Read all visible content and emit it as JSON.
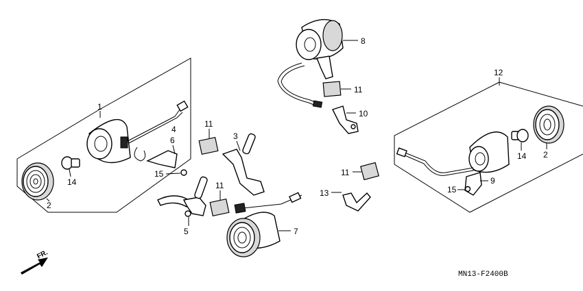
{
  "diagram": {
    "code": "MN13-F2400B",
    "direction_label": "FR.",
    "callouts": [
      {
        "id": "c1",
        "label": "1"
      },
      {
        "id": "c2a",
        "label": "2"
      },
      {
        "id": "c14a",
        "label": "14"
      },
      {
        "id": "c4",
        "label": "4"
      },
      {
        "id": "c6",
        "label": "6"
      },
      {
        "id": "c15a",
        "label": "15"
      },
      {
        "id": "c11a",
        "label": "11"
      },
      {
        "id": "c3",
        "label": "3"
      },
      {
        "id": "c5",
        "label": "5"
      },
      {
        "id": "c11b",
        "label": "11"
      },
      {
        "id": "c7",
        "label": "7"
      },
      {
        "id": "c8",
        "label": "8"
      },
      {
        "id": "c11c",
        "label": "11"
      },
      {
        "id": "c10",
        "label": "10"
      },
      {
        "id": "c11d",
        "label": "11"
      },
      {
        "id": "c13",
        "label": "13"
      },
      {
        "id": "c12",
        "label": "12"
      },
      {
        "id": "c14b",
        "label": "14"
      },
      {
        "id": "c2b",
        "label": "2"
      },
      {
        "id": "c9",
        "label": "9"
      },
      {
        "id": "c15b",
        "label": "15"
      }
    ]
  }
}
